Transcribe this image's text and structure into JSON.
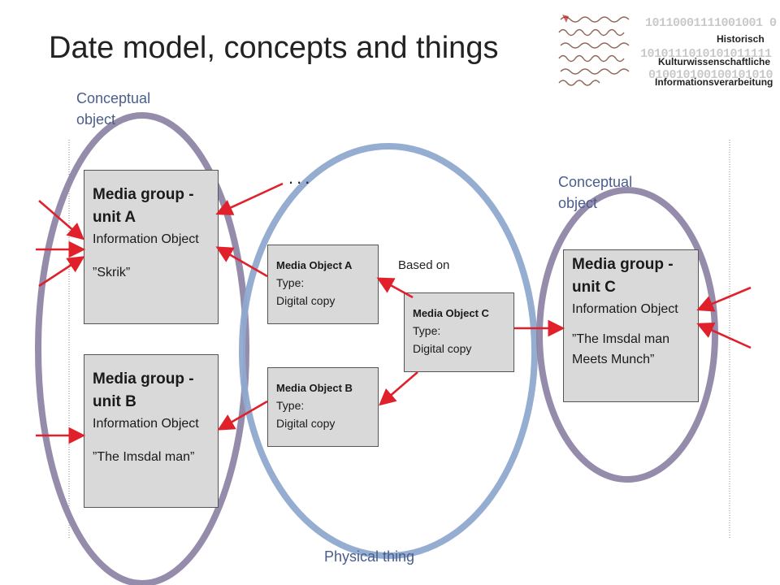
{
  "slide": {
    "title": "Date model, concepts and things"
  },
  "labels": {
    "conceptual_left": "Conceptual object",
    "conceptual_right": "Conceptual object",
    "physical": "Physical thing",
    "ellipsis": "...",
    "based_on": "Based on"
  },
  "groups": {
    "a": {
      "heading": "Media group -unit A",
      "type": "Information Object",
      "name": "”Skrik”"
    },
    "b": {
      "heading": "Media group - unit B",
      "type": "Information Object",
      "name": "”The Imsdal man”"
    },
    "c": {
      "heading": "Media group -unit C",
      "type": "Information Object",
      "name": "”The Imsdal man Meets  Munch”"
    }
  },
  "objects": {
    "a": {
      "heading": "Media Object A",
      "type_line1": "Type:",
      "type_line2": "Digital copy"
    },
    "b": {
      "heading": "Media Object B",
      "type_line1": "Type:",
      "type_line2": "Digital copy"
    },
    "c": {
      "heading": "Media Object C",
      "type_line1": "Type:",
      "type_line2": "Digital copy"
    }
  },
  "logo": {
    "bits": [
      "10110001111001001 0",
      "1010111010101011111",
      "010010100100101010"
    ],
    "words": [
      "Historisch",
      "Kulturwissenschaftliche",
      "Informationsverarbeitung"
    ]
  },
  "colors": {
    "conceptual_ellipse": "#8a7fa3",
    "physical_ellipse": "#8fa9cf",
    "arrow": "#e0202a",
    "box_fill": "#d9d9d9",
    "label_text": "#4a5e8c"
  }
}
